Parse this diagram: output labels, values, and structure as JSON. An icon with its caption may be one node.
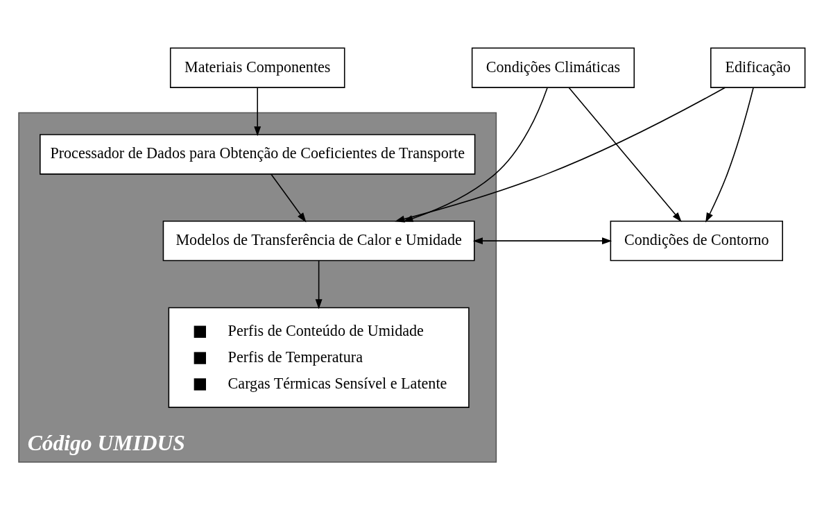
{
  "diagram": {
    "nodes": [
      {
        "text": [
          "Materiais Componentes"
        ]
      },
      {
        "text": [
          "Edificação"
        ]
      },
      {
        "text": [
          "Condições Climáticas"
        ]
      },
      {
        "text": [
          "Código UMIDUS"
        ]
      },
      {
        "text": [
          "Processador de Dados para Obtenção de Coeficientes de Transporte"
        ],
        "in": 3
      },
      {
        "text": [
          "Modelos de Transferência de Calor e Umidade"
        ],
        "in": 3
      },
      {
        "text": [
          "Perfis de Conteúdo de Umidade",
          "Perfis de Temperatura",
          "Cargas Térmicas Sensível e Latente"
        ],
        "in": 3
      },
      {
        "text": [
          "Condições de Contorno"
        ]
      }
    ],
    "edges": [
      {
        "from": 0,
        "to": 4,
        "arrow": "to"
      },
      {
        "from": 1,
        "to": 5,
        "arrow": "to"
      },
      {
        "from": 1,
        "to": 7,
        "arrow": "to"
      },
      {
        "from": 2,
        "to": 5,
        "arrow": "to"
      },
      {
        "from": 2,
        "to": 7,
        "arrow": "to"
      },
      {
        "from": 4,
        "to": 5,
        "arrow": "to"
      },
      {
        "from": 5,
        "to": 7,
        "arrow": "both"
      },
      {
        "from": 5,
        "to": 6,
        "arrow": "to"
      }
    ]
  }
}
